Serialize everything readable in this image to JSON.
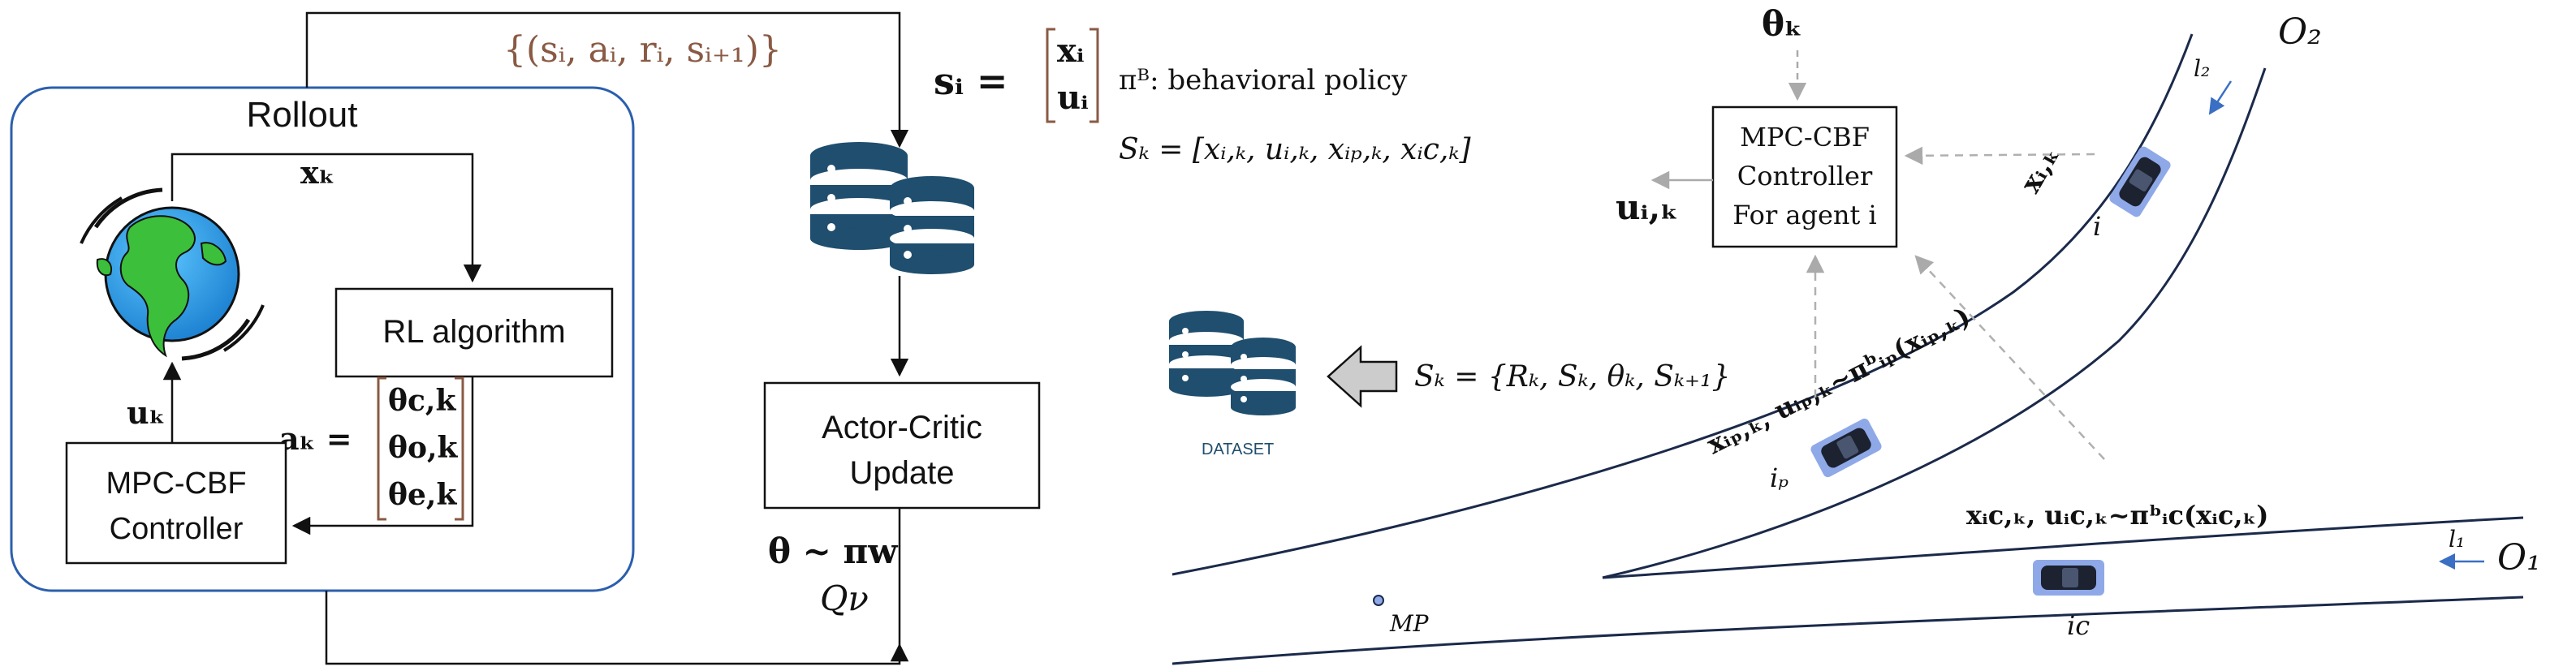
{
  "left": {
    "rollout_label": "Rollout",
    "tuple_label": "{(sᵢ, aᵢ, rᵢ, sᵢ₊₁)}",
    "state_eq": "sᵢ =",
    "state_vec_top": "xᵢ",
    "state_vec_bottom": "uᵢ",
    "x_k": "xₖ",
    "u_k": "uₖ",
    "a_k": "aₖ =",
    "theta_c": "θc,k",
    "theta_o": "θo,k",
    "theta_e": "θe,k",
    "rl_box": "RL algorithm",
    "mpc_box_line1": "MPC-CBF",
    "mpc_box_line2": "Controller",
    "actor_box_line1": "Actor-Critic",
    "actor_box_line2": "Update",
    "theta_pi": "θ ~ πw",
    "q_nu": "Qν"
  },
  "right": {
    "behavior_note": "πᴮ: behavioral policy",
    "s_k_def": "Sₖ = [xᵢ,ₖ, uᵢ,ₖ, xᵢₚ,ₖ, xᵢc,ₖ]",
    "theta_k": "θₖ",
    "controller_line1": "MPC-CBF",
    "controller_line2": "Controller",
    "controller_line3": "For agent i",
    "u_ik": "uᵢ,ₖ",
    "x_ik": "xᵢ,ₖ",
    "agent_i": "i",
    "agent_ip": "iₚ",
    "agent_ic": "ic",
    "dataset_caption": "DATASET",
    "dataset_tuple": "Sₖ = {Rₖ, Sₖ, θₖ, Sₖ₊₁}",
    "ip_label": "xᵢₚ,ₖ, uᵢₚ,ₖ~πᵇᵢₚ(xᵢₚ,ₖ)",
    "ic_label": "xᵢc,ₖ, uᵢc,ₖ~πᵇᵢc(xᵢc,ₖ)",
    "o2": "O₂",
    "o1": "O₁",
    "l2": "l₂",
    "l1": "l₁",
    "mp": "MP"
  },
  "colors": {
    "rollout_border": "#2b5fad",
    "db_icon": "#1f4e6e",
    "road": "#1b2a4a",
    "lane_arrow": "#3a6fc4",
    "car_fill": "#8fa9e8",
    "dashed": "#b0b0b0",
    "bracket": "#8a5a44"
  }
}
